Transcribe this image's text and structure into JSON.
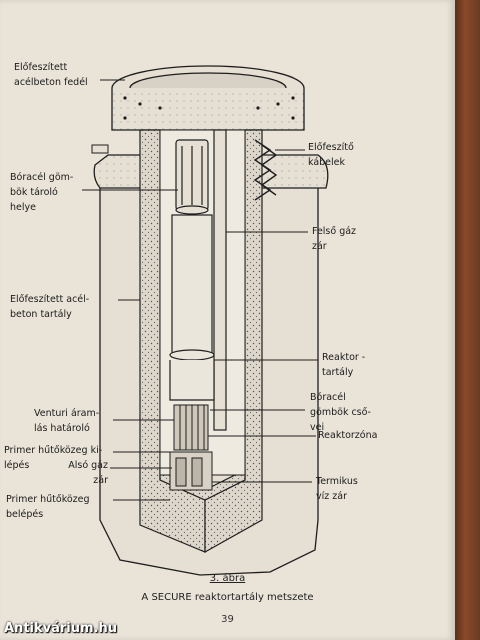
{
  "labels": {
    "precast_lid": "Előfeszített\nacélbeton fedél",
    "boron_storage": "Bóracél göm-\nbök tároló\nhelye",
    "prestressed_vessel": "Előfeszített acél-\nbeton tartály",
    "venturi": "Venturi áram-\nlás határoló",
    "primary_outlet": "Primer hűtőközeg ki-\nlépés",
    "lower_gas_seal": "Alsó gáz\nzár",
    "primary_inlet": "Primer hűtőközeg\nbelépés",
    "prestress_cables": "Előfeszítő\nkábelek",
    "upper_gas_seal": "Felső gáz\nzár",
    "reactor_vessel": "Reaktor -\ntartály",
    "boron_tubes": "Bóracél\ngömbök cső-\nvei",
    "reactor_core": "Reaktorzóna",
    "thermal_water_seal": "Termikus\nvíz zár"
  },
  "caption": {
    "figure_number": "3. ábra",
    "title": "A SECURE reaktortartály metszete"
  },
  "page_number": "39",
  "watermark": "Antikvárium.hu"
}
